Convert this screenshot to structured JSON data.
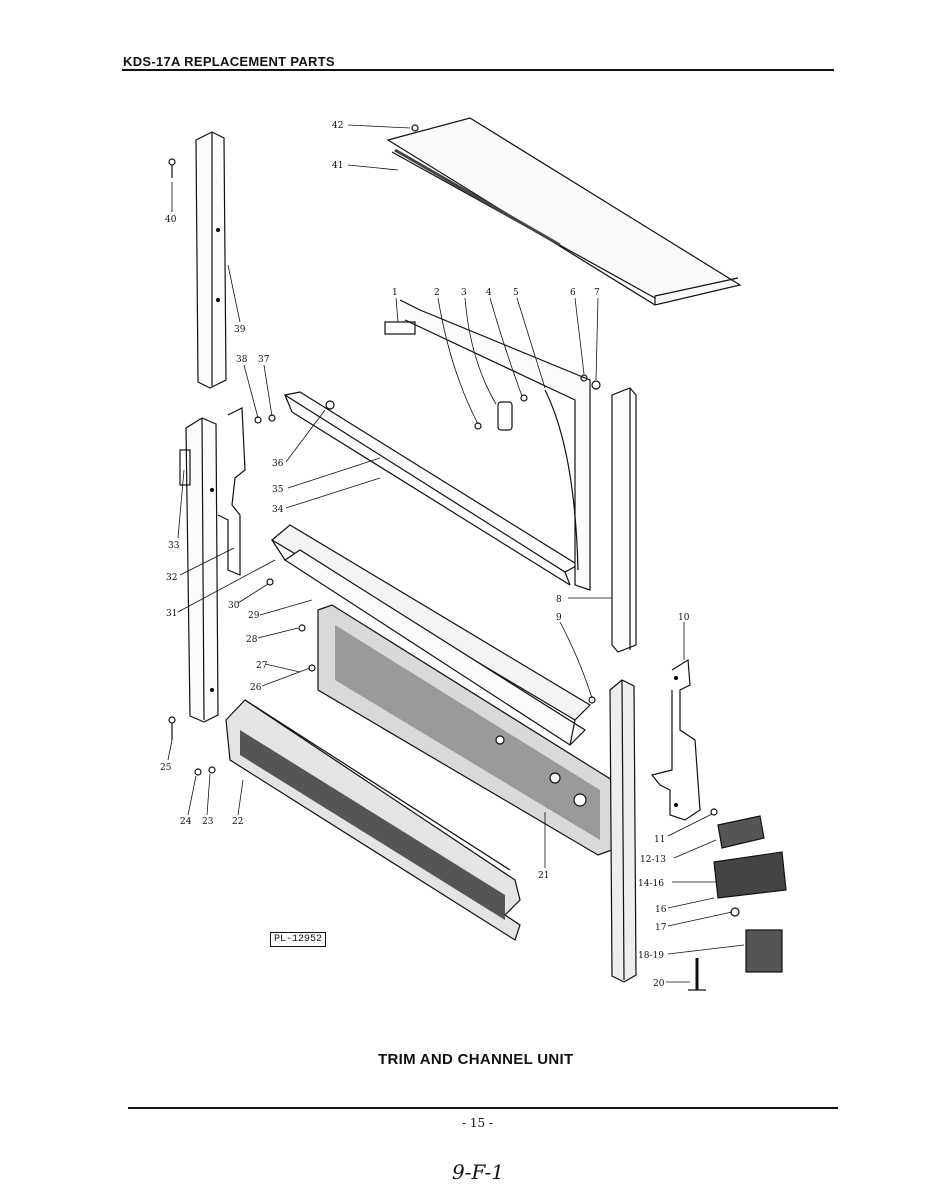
{
  "document": {
    "header": "KDS-17A REPLACEMENT PARTS",
    "reference_code": "PL-12952",
    "caption": "TRIM AND CHANNEL UNIT",
    "page_number": "- 15 -",
    "handwritten_note": "9-F-1"
  },
  "callouts": {
    "c1": "1",
    "c2": "2",
    "c3": "3",
    "c4": "4",
    "c5": "5",
    "c6": "6",
    "c7": "7",
    "c8": "8",
    "c9": "9",
    "c10": "10",
    "c11": "11",
    "c12": "12-13",
    "c14": "14-16",
    "c16": "16",
    "c17": "17",
    "c18": "18-19",
    "c20": "20",
    "c21": "21",
    "c22": "22",
    "c23": "23",
    "c24": "24",
    "c25": "25",
    "c26": "26",
    "c27": "27",
    "c28": "28",
    "c29": "29",
    "c30": "30",
    "c31": "31",
    "c32": "32",
    "c33": "33",
    "c34": "34",
    "c35": "35",
    "c36": "36",
    "c37": "37",
    "c38": "38",
    "c39": "39",
    "c40": "40",
    "c41": "41",
    "c42": "42"
  }
}
